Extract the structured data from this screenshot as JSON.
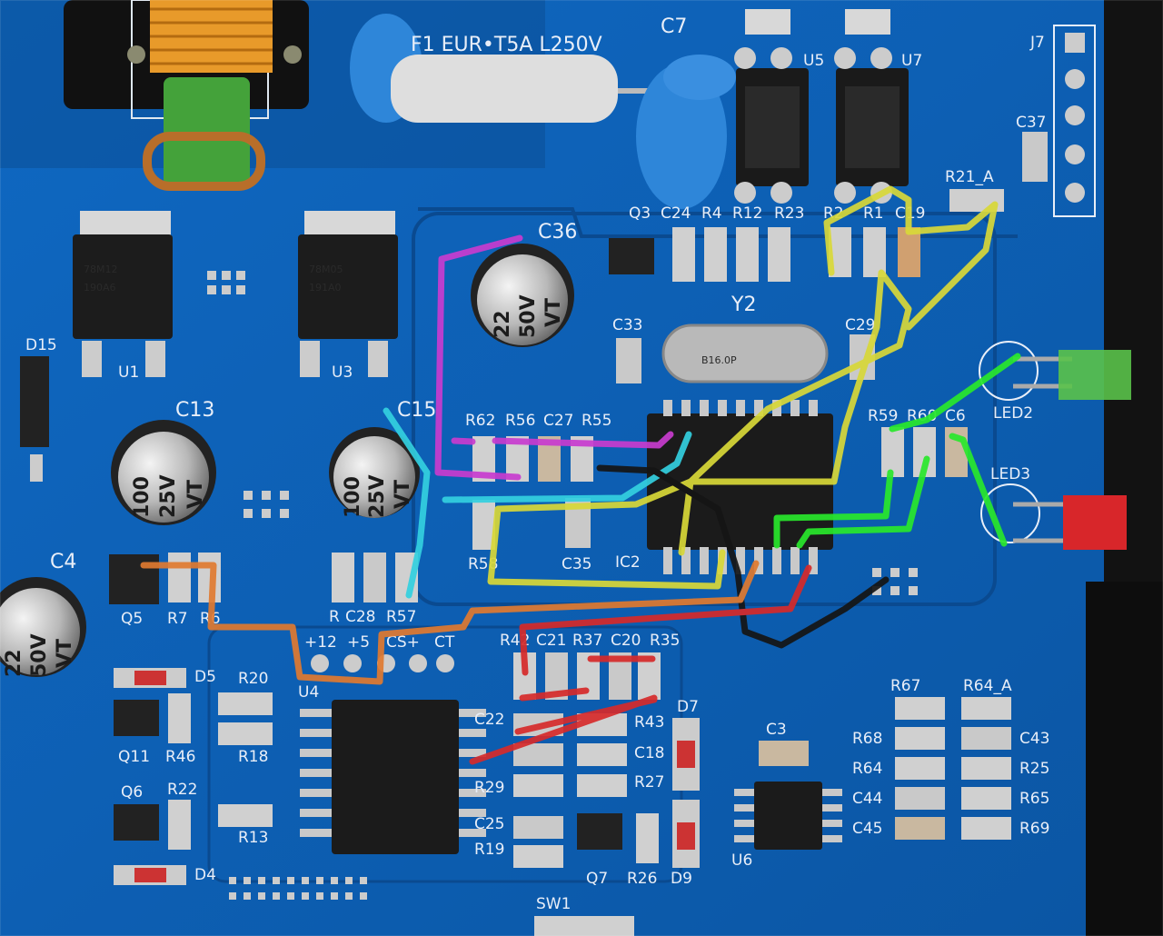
{
  "colors": {
    "board": "#0e62b8",
    "board_dark": "#0a4f99",
    "silkscreen": "#e8eef8",
    "pad": "#c9ced4",
    "trace_magenta": "#c83ccf",
    "trace_cyan": "#33d0e0",
    "trace_yellow": "#d8d838",
    "trace_green": "#29e82c",
    "trace_black": "#151515",
    "trace_orange": "#e07a30",
    "trace_red": "#d62a2a"
  },
  "board": {
    "fuse_label": "F1 EUR•T5A L250V",
    "connector_label": "J7",
    "crystal_label": "Y2",
    "crystal_marking": "B16.0P",
    "ic2_label": "IC2",
    "switch_label": "SW1",
    "header_labels": [
      "+12",
      "+5",
      "CS+",
      "CT"
    ],
    "labels": {
      "c7": "C7",
      "u5": "U5",
      "u7": "U7",
      "c37": "C37",
      "r21a": "R21_A",
      "q3": "Q3",
      "c24": "C24",
      "r4": "R4",
      "r12": "R12",
      "r23": "R23",
      "r2": "R2",
      "r1": "R1",
      "c19": "C19",
      "c36": "C36",
      "c33": "C33",
      "c29": "C29",
      "d15": "D15",
      "u1": "U1",
      "u3": "U3",
      "c13": "C13",
      "c15": "C15",
      "r62": "R62",
      "r56": "R56",
      "c27": "C27",
      "r55": "R55",
      "r59": "R59",
      "r60": "R60",
      "c6": "C6",
      "led2": "LED2",
      "led3": "LED3",
      "r58": "R58",
      "c35": "C35",
      "c4": "C4",
      "q5": "Q5",
      "r7": "R7",
      "r6": "R6",
      "r": "R",
      "c28": "C28",
      "r57": "R57",
      "r42": "R42",
      "c21": "C21",
      "r37": "R37",
      "c20": "C20",
      "r35": "R35",
      "d5": "D5",
      "r20": "R20",
      "u4": "U4",
      "q11": "Q11",
      "r46": "R46",
      "r18": "R18",
      "c22": "C22",
      "r43": "R43",
      "d7": "D7",
      "c18": "C18",
      "c3": "C3",
      "r29": "R29",
      "r27": "R27",
      "q6": "Q6",
      "r22": "R22",
      "r13": "R13",
      "c25": "C25",
      "r19": "R19",
      "q7": "Q7",
      "r26": "R26",
      "d9": "D9",
      "u6": "U6",
      "d4": "D4",
      "r67": "R67",
      "r64a": "R64_A",
      "r68": "R68",
      "c43": "C43",
      "r64": "R64",
      "r25": "R25",
      "c44": "C44",
      "r65": "R65",
      "c45": "C45",
      "r69": "R69"
    },
    "regulators": [
      {
        "marking_1": "78M12",
        "marking_2": "190A6"
      },
      {
        "marking_1": "78M05",
        "marking_2": "191A0"
      }
    ],
    "capacitors": [
      {
        "id": "c36",
        "value": "22",
        "voltage": "50V",
        "series": "VT"
      },
      {
        "id": "c13",
        "value": "100",
        "voltage": "25V",
        "series": "VT"
      },
      {
        "id": "c15",
        "value": "100",
        "voltage": "25V",
        "series": "VT"
      },
      {
        "id": "c4",
        "value": "22",
        "voltage": "50V",
        "series": "VT"
      }
    ]
  }
}
